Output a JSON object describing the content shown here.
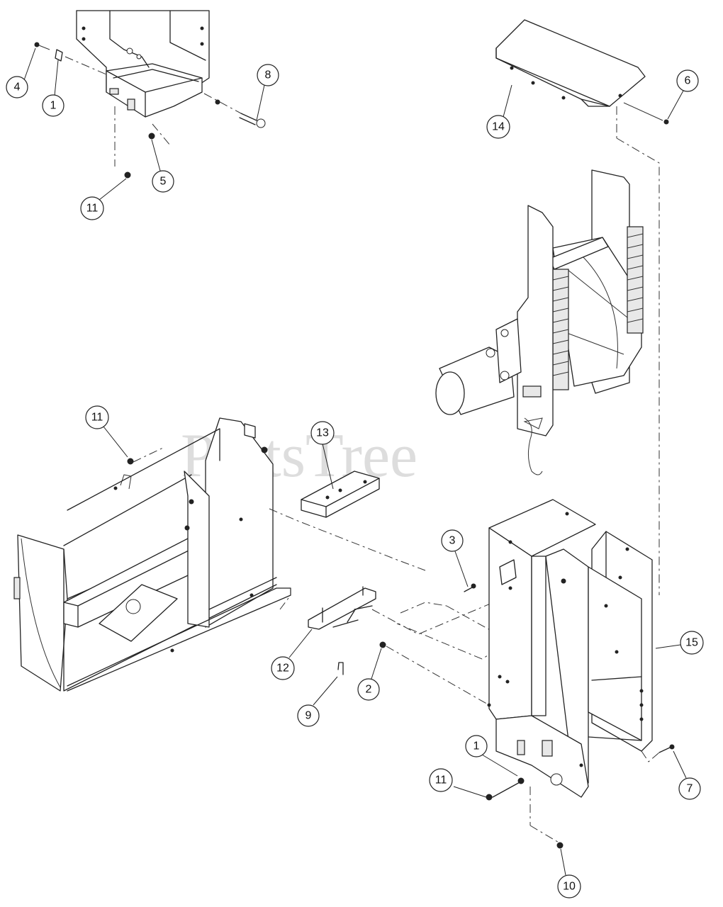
{
  "watermark": "PartsTree",
  "callouts": [
    {
      "id": "c-4a",
      "label": "4"
    },
    {
      "id": "c-1a",
      "label": "1"
    },
    {
      "id": "c-8",
      "label": "8"
    },
    {
      "id": "c-5",
      "label": "5"
    },
    {
      "id": "c-11a",
      "label": "11"
    },
    {
      "id": "c-14",
      "label": "14"
    },
    {
      "id": "c-6",
      "label": "6"
    },
    {
      "id": "c-11b",
      "label": "11"
    },
    {
      "id": "c-13",
      "label": "13"
    },
    {
      "id": "c-3",
      "label": "3"
    },
    {
      "id": "c-15",
      "label": "15"
    },
    {
      "id": "c-12",
      "label": "12"
    },
    {
      "id": "c-2",
      "label": "2"
    },
    {
      "id": "c-9",
      "label": "9"
    },
    {
      "id": "c-1b",
      "label": "1"
    },
    {
      "id": "c-11c",
      "label": "11"
    },
    {
      "id": "c-7",
      "label": "7"
    },
    {
      "id": "c-10",
      "label": "10"
    }
  ]
}
